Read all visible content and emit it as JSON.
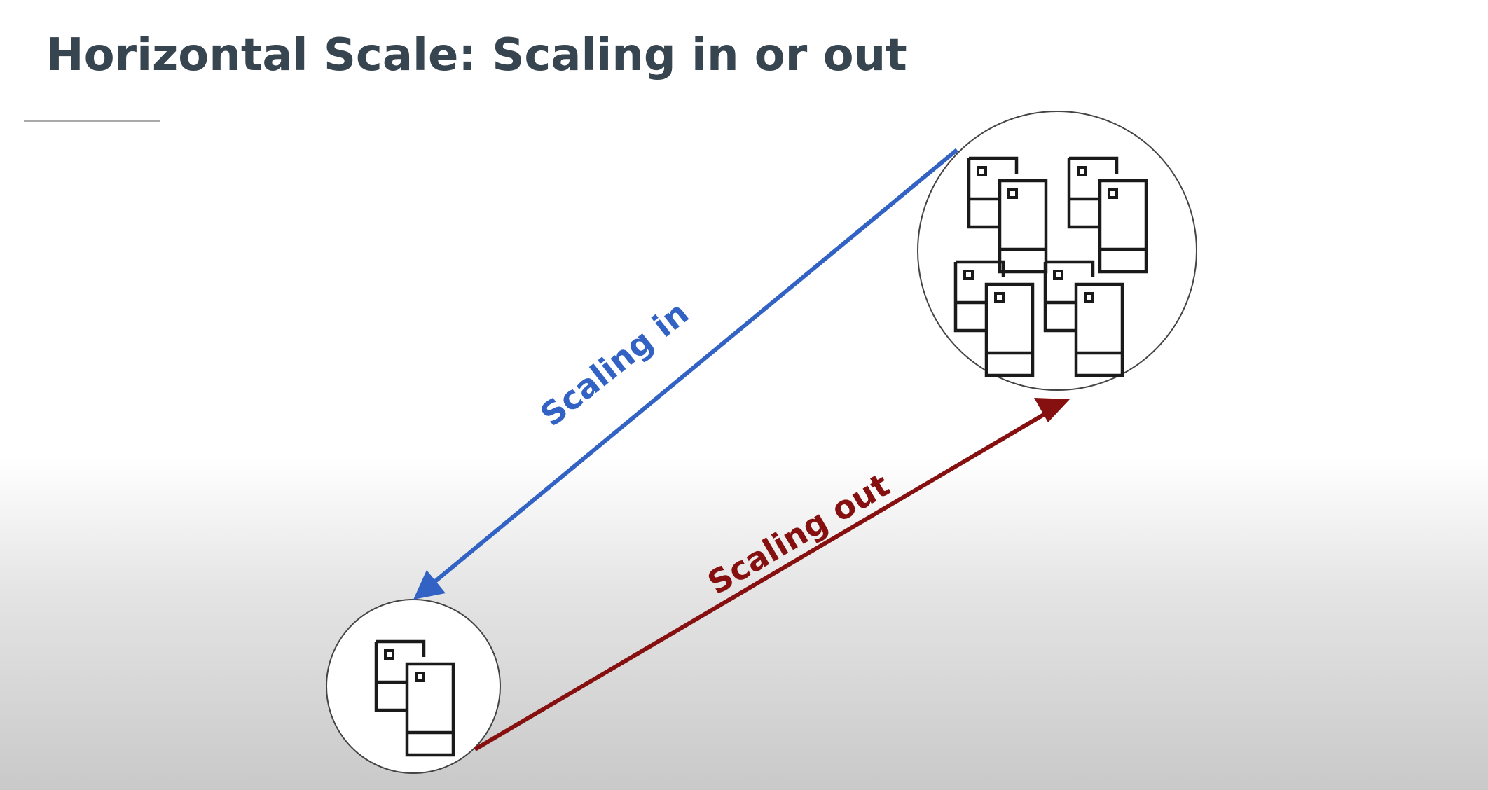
{
  "slide": {
    "title": "Horizontal Scale: Scaling in or out"
  },
  "arrows": {
    "scale_in": {
      "label": "Scaling in",
      "color": "#3263c4"
    },
    "scale_out": {
      "label": "Scaling out",
      "color": "#861010"
    }
  },
  "nodes": {
    "small_cluster": {
      "server_icons": 1
    },
    "large_cluster": {
      "server_icons": 4
    }
  },
  "icons": {
    "server": "server-stack-icon"
  },
  "colors": {
    "title": "#36454f",
    "outline": "#1a1a1a"
  }
}
